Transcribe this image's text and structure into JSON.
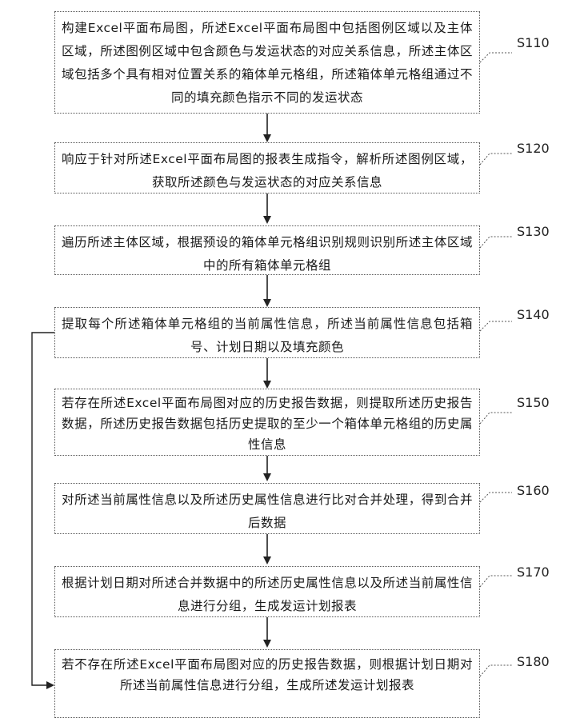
{
  "steps": [
    {
      "id": "S110",
      "text": "构建Excel平面布局图，所述Excel平面布局图中包括图例区域以及主体区域，所述图例区域中包含颜色与发运状态的对应关系信息，所述主体区域包括多个具有相对位置关系的箱体单元格组，所述箱体单元格组通过不同的填充颜色指示不同的发运状态"
    },
    {
      "id": "S120",
      "text": "响应于针对所述Excel平面布局图的报表生成指令，解析所述图例区域，获取所述颜色与发运状态的对应关系信息"
    },
    {
      "id": "S130",
      "text": "遍历所述主体区域，根据预设的箱体单元格组识别规则识别所述主体区域中的所有箱体单元格组"
    },
    {
      "id": "S140",
      "text": "提取每个所述箱体单元格组的当前属性信息，所述当前属性信息包括箱号、计划日期以及填充颜色"
    },
    {
      "id": "S150",
      "text": "若存在所述Excel平面布局图对应的历史报告数据，则提取所述历史报告数据，所述历史报告数据包括历史提取的至少一个箱体单元格组的历史属性信息"
    },
    {
      "id": "S160",
      "text": "对所述当前属性信息以及所述历史属性信息进行比对合并处理，得到合并后数据"
    },
    {
      "id": "S170",
      "text": "根据计划日期对所述合并数据中的所述历史属性信息以及所述当前属性信息进行分组，生成发运计划报表"
    },
    {
      "id": "S180",
      "text": "若不存在所述Excel平面布局图对应的历史报告数据，则根据计划日期对所述当前属性信息进行分组，生成所述发运计划报表"
    }
  ]
}
